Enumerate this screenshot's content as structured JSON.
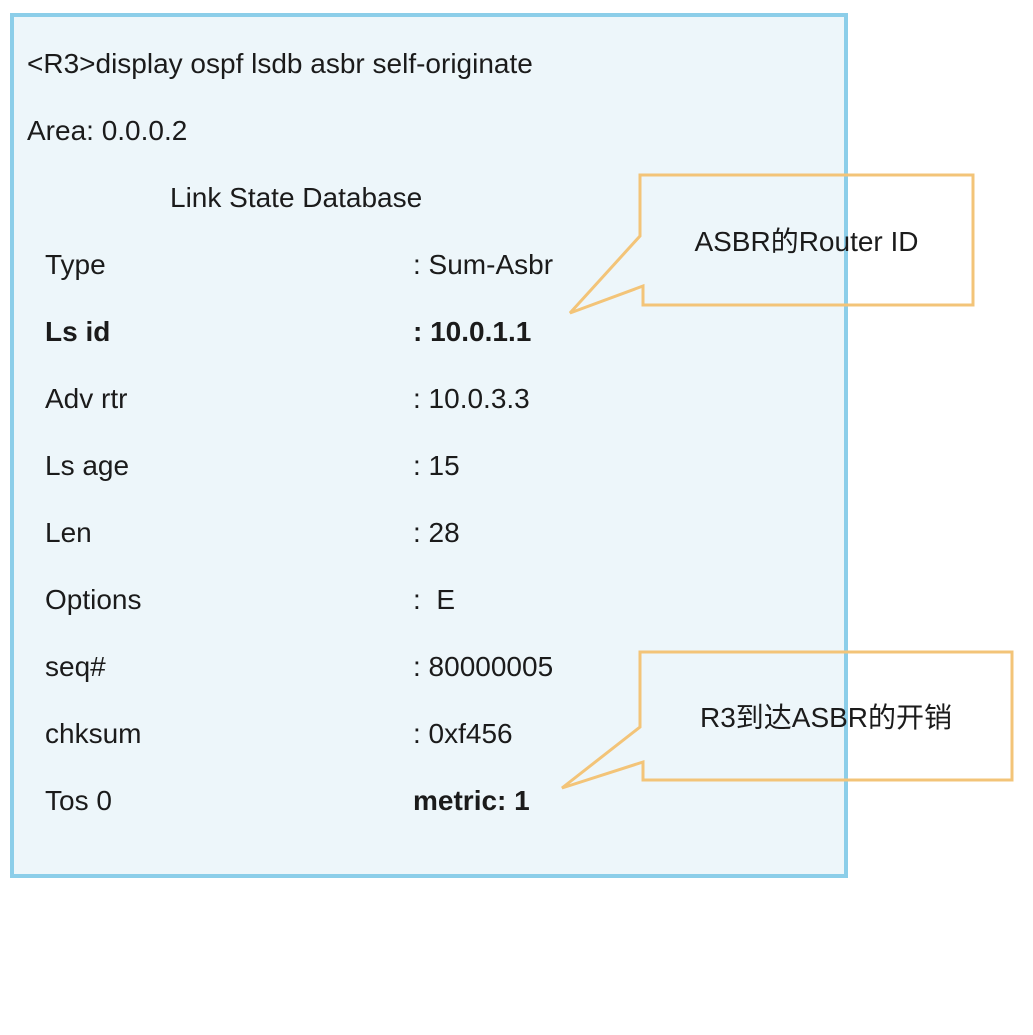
{
  "console_panel": {
    "command": "<R3>display ospf lsdb asbr self-originate",
    "area": "Area: 0.0.0.2",
    "table_title": "Link State Database",
    "entries": [
      {
        "label": "Type",
        "value": ": Sum-Asbr"
      },
      {
        "label": "Ls id",
        "value": ": 10.0.1.1"
      },
      {
        "label": "Adv rtr",
        "value": ": 10.0.3.3"
      },
      {
        "label": "Ls age",
        "value": ": 15"
      },
      {
        "label": "Len",
        "value": ": 28"
      },
      {
        "label": "Options",
        "value": ":  E"
      },
      {
        "label": "seq#",
        "value": ": 80000005"
      },
      {
        "label": "chksum",
        "value": ": 0xf456"
      },
      {
        "label": "Tos 0",
        "value": "metric: 1"
      }
    ]
  },
  "callouts": [
    {
      "text": "ASBR的Router ID"
    },
    {
      "text": "R3到达ASBR的开销"
    }
  ],
  "colors": {
    "panel_border": "#8CCEE9",
    "panel_background": "#EDF6FA",
    "callout_border": "#F3C478",
    "text": "#1B1B1B"
  }
}
